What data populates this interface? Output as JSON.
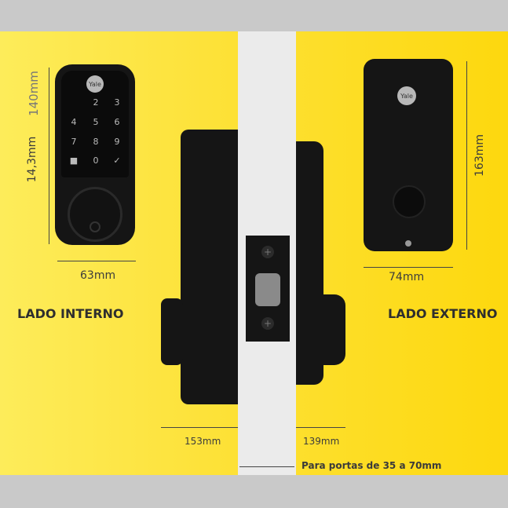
{
  "interior": {
    "label": "LADO INTERNO",
    "height_label": "14,3mm",
    "overlay_label": "140mm",
    "width_label": "63mm",
    "brand": "Yale",
    "keys": [
      "2",
      "3",
      "4",
      "5",
      "6",
      "7",
      "8",
      "9",
      "0"
    ]
  },
  "exterior": {
    "label": "LADO EXTERNO",
    "height_label": "163mm",
    "width_label": "74mm",
    "brand": "Yale"
  },
  "side": {
    "left_depth": "153mm",
    "right_depth": "139mm",
    "door_note": "Para portas de 35 a 70mm"
  },
  "colors": {
    "background": "#fde23a",
    "door": "#ebebeb",
    "lock": "#151515",
    "band": "#c9c9c9"
  }
}
